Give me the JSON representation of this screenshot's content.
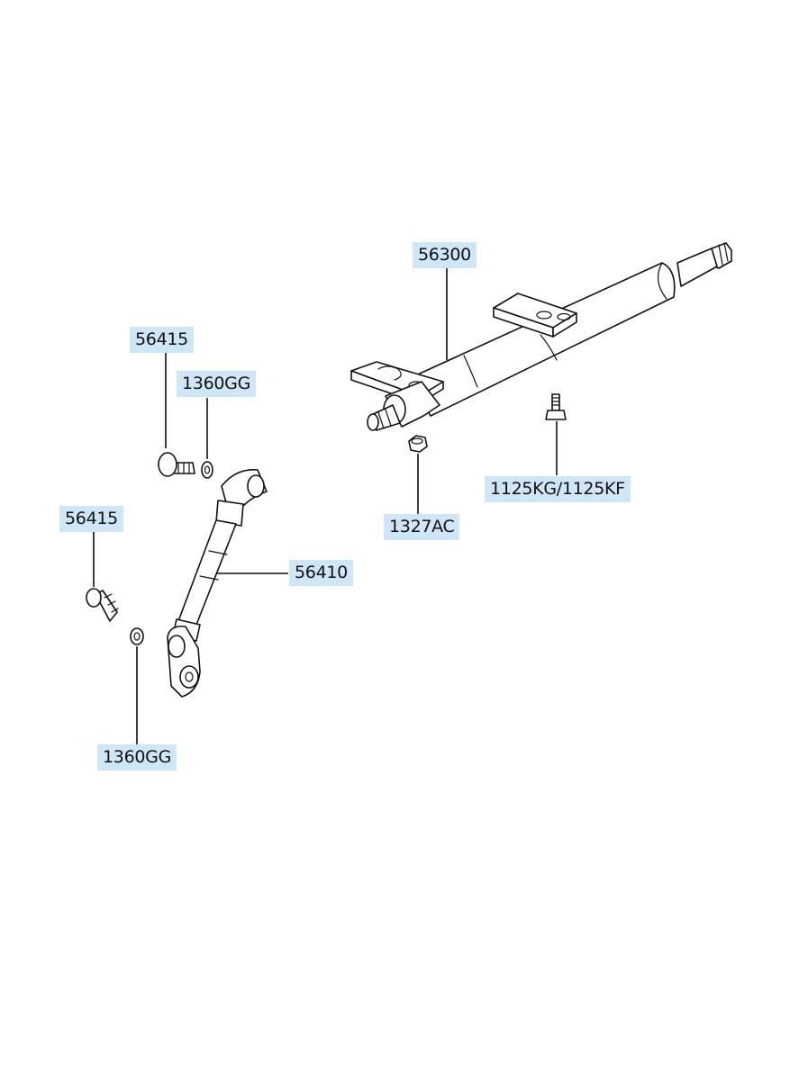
{
  "labels": {
    "column_assembly": "56300",
    "bolt_upper": "56415",
    "washer_upper": "1360GG",
    "bolt_lower": "56415",
    "universal_joint_shaft": "56410",
    "nut": "1327AC",
    "stud_bolt": "1125KG/1125KF",
    "washer_lower": "1360GG"
  }
}
